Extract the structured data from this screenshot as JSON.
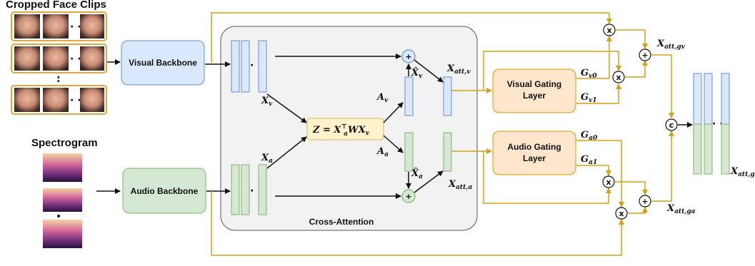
{
  "titles": {
    "cropped_face_clips": "Cropped Face Clips",
    "spectrogram": "Spectrogram",
    "cross_attention": "Cross-Attention"
  },
  "blocks": {
    "visual_backbone": "Visual Backbone",
    "audio_backbone": "Audio Backbone",
    "visual_gating_line1": "Visual Gating",
    "visual_gating_line2": "Layer",
    "audio_gating_line1": "Audio Gating",
    "audio_gating_line2": "Layer"
  },
  "symbols": {
    "xv": "X",
    "xv_sub": "v",
    "xa": "X",
    "xa_sub": "a",
    "av": "A",
    "av_sub": "v",
    "aa": "A",
    "aa_sub": "a",
    "xhat_v": "X̂",
    "xhat_v_sub": "v",
    "xhat_a": "X̂",
    "xhat_a_sub": "a",
    "xatt_v": "X",
    "xatt_v_sub": "att,v",
    "xatt_a": "X",
    "xatt_a_sub": "att,a",
    "gv0": "G",
    "gv0_sub": "v0",
    "gv1": "G",
    "gv1_sub": "v1",
    "ga0": "G",
    "ga0_sub": "a0",
    "ga1": "G",
    "ga1_sub": "a1",
    "xatt_gv": "X",
    "xatt_gv_sub": "att,gv",
    "xatt_ga": "X",
    "xatt_ga_sub": "att,ga",
    "xatt_g": "X",
    "xatt_g_sub": "att,g",
    "formula": "Z = X",
    "formula_sup": "⊤",
    "formula_sub_a": "a",
    "formula_rest": "WX",
    "formula_sub_v": "v"
  },
  "operators": {
    "plus": "+",
    "times": "x",
    "concat": "c"
  },
  "ellipsis": "· ·",
  "vertical_ellipsis": ":",
  "colors": {
    "visual_fill": "#dae8fc",
    "visual_stroke": "#6c8ebf",
    "audio_fill": "#d5e8d4",
    "audio_stroke": "#82b366",
    "gating_fill": "#ffe6cc",
    "gating_stroke": "#d79b00",
    "formula_fill": "#fff2cc",
    "formula_stroke": "#d6b656",
    "gold_line": "#d4a017",
    "cross_attention_fill": "#f2f2f2",
    "cross_attention_stroke": "#555555"
  }
}
